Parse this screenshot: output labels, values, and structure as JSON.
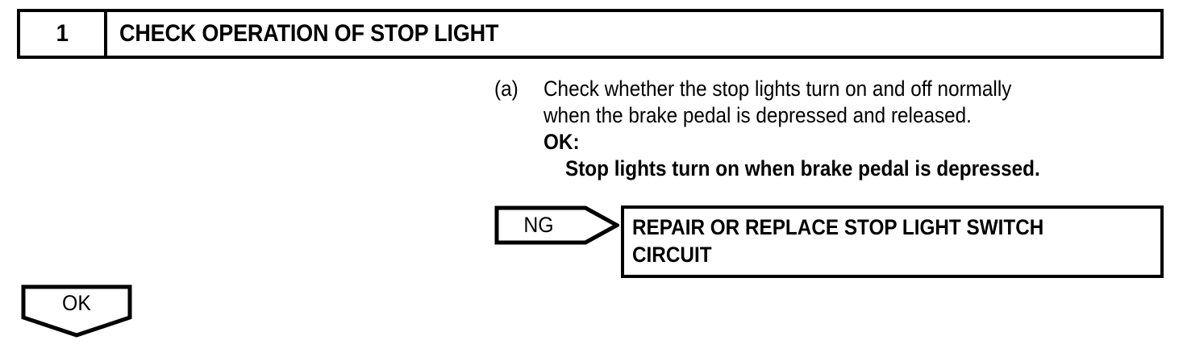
{
  "colors": {
    "ink": "#000000",
    "background": "#ffffff"
  },
  "step_header": {
    "number": "1",
    "title": "CHECK OPERATION OF STOP LIGHT"
  },
  "procedure": {
    "marker": "(a)",
    "lines": [
      "Check whether the stop lights turn on and off normally",
      "when the brake pedal is depressed and released."
    ],
    "ok_label": "OK:",
    "ok_condition": "Stop lights turn on when brake pedal is depressed."
  },
  "ng_branch": {
    "label": "NG",
    "result_lines": [
      "REPAIR OR REPLACE STOP LIGHT SWITCH",
      "CIRCUIT"
    ]
  },
  "ok_branch": {
    "label": "OK"
  }
}
